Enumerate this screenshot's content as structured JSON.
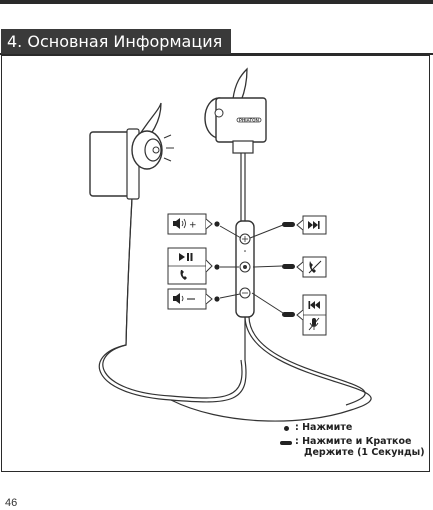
{
  "header": {
    "title": "4. Основная Информация"
  },
  "device": {
    "brand_label": "PHIATON"
  },
  "legend": {
    "press": ": Нажмите",
    "press_hold_line1": ": Нажмите и Краткое",
    "press_hold_line2": "Держите (1 Секунды)"
  },
  "footer": {
    "page_number": "46"
  },
  "icons": {
    "left": [
      "volume-up-icon",
      "play-pause-icon",
      "phone-icon",
      "volume-down-icon"
    ],
    "right": [
      "next-track-icon",
      "mute-mic-icon",
      "previous-track-icon",
      "voice-command-icon"
    ]
  }
}
